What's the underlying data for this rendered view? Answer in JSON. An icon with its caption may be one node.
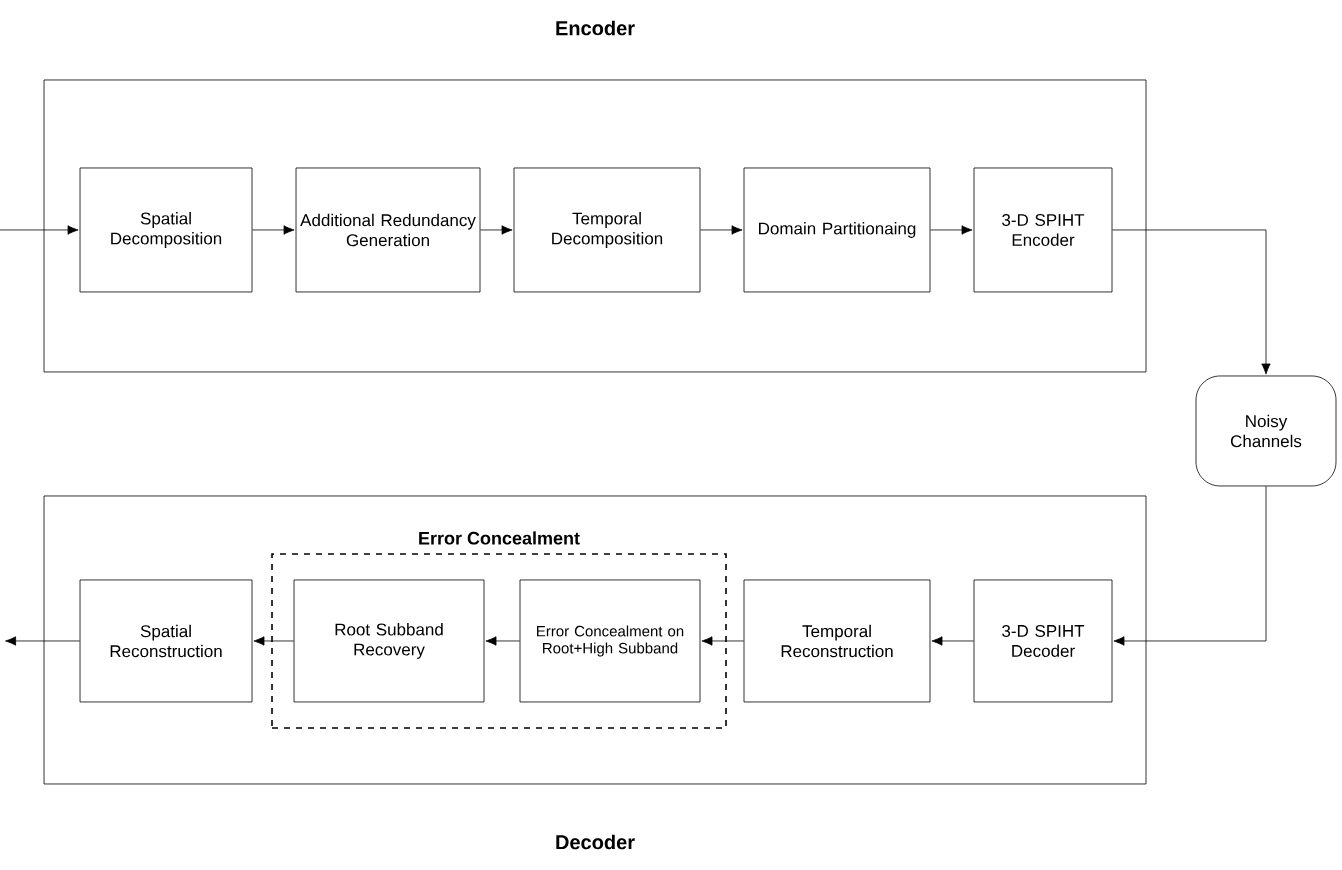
{
  "diagram": {
    "nodes": [
      {
        "text": [
          "Encoder"
        ]
      },
      {
        "text": [
          "Spatial Decomposition"
        ],
        "in": 0
      },
      {
        "text": [
          "Additional Redundancy Generation"
        ],
        "in": 0
      },
      {
        "text": [
          "Temporal Decomposition"
        ],
        "in": 0
      },
      {
        "text": [
          "Domain Partitionaing"
        ],
        "in": 0
      },
      {
        "text": [
          "3-D SPIHT Encoder"
        ],
        "in": 0
      },
      {
        "text": [
          "Noisy Channels"
        ]
      },
      {
        "text": [
          "Decoder"
        ]
      },
      {
        "text": [
          "Error Concealment"
        ],
        "in": 7
      },
      {
        "text": [
          "3-D SPIHT Decoder"
        ],
        "in": 7
      },
      {
        "text": [
          "Temporal Reconstruction"
        ],
        "in": 7
      },
      {
        "text": [
          "Error Concealment on Root+High Subband"
        ],
        "in": 8
      },
      {
        "text": [
          "Root Subband Recovery"
        ],
        "in": 8
      },
      {
        "text": [
          "Spatial Reconstruction"
        ],
        "in": 7
      }
    ],
    "edges": [
      {
        "from": null,
        "to": 1,
        "arrow": "to"
      },
      {
        "from": 1,
        "to": 2,
        "arrow": "to"
      },
      {
        "from": 2,
        "to": 3,
        "arrow": "to"
      },
      {
        "from": 3,
        "to": 4,
        "arrow": "to"
      },
      {
        "from": 4,
        "to": 5,
        "arrow": "to"
      },
      {
        "from": 5,
        "to": 6,
        "arrow": "to"
      },
      {
        "from": 6,
        "to": 9,
        "arrow": "to"
      },
      {
        "from": 9,
        "to": 10,
        "arrow": "to"
      },
      {
        "from": 10,
        "to": 11,
        "arrow": "to"
      },
      {
        "from": 11,
        "to": 12,
        "arrow": "to"
      },
      {
        "from": 12,
        "to": 13,
        "arrow": "to"
      },
      {
        "from": 13,
        "to": null,
        "arrow": "to"
      }
    ]
  }
}
